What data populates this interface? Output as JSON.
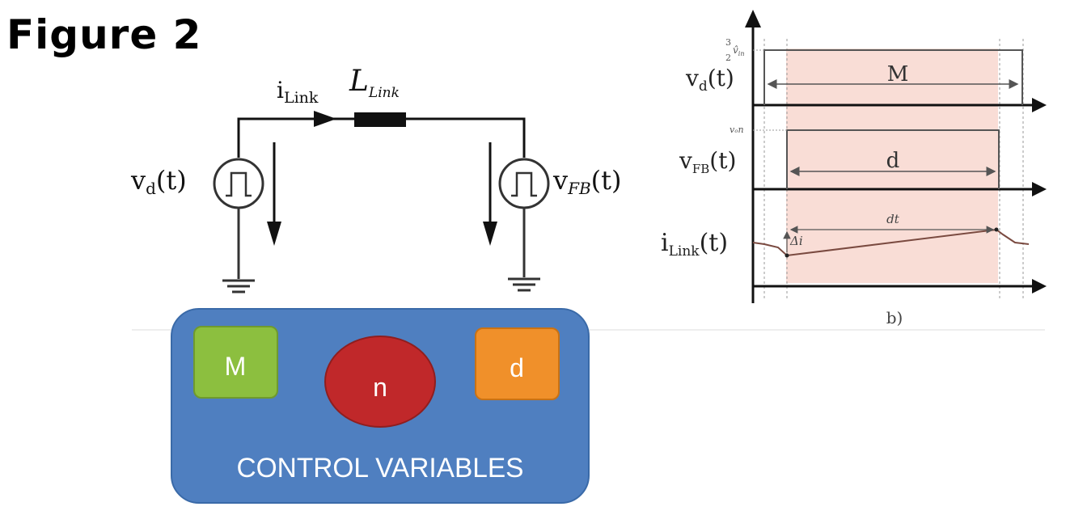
{
  "figure_title": "Figure 2",
  "circuit": {
    "current_label": "i",
    "current_sub": "Link",
    "inductor_label": "L",
    "inductor_sub": "Link",
    "left_source_label": "v",
    "left_source_sub": "d",
    "left_source_arg": "(t)",
    "right_source_label": "v",
    "right_source_sub": "FB",
    "right_source_arg": "(t)"
  },
  "control_panel": {
    "title": "CONTROL VARIABLES",
    "m_label": "M",
    "n_label": "n",
    "d_label": "d",
    "colors": {
      "panel": "#4f7fc0",
      "m": "#8cbf3f",
      "n": "#c0282a",
      "d": "#f0902a"
    }
  },
  "waveforms": {
    "caption": "b)",
    "vd_label": "v",
    "vd_sub": "d",
    "vd_arg": "(t)",
    "vd_level_num": "3",
    "vd_level_den": "2",
    "vd_level_sym": "v̂",
    "vd_level_sub": "in",
    "vd_width": "M",
    "vfb_label": "v",
    "vfb_sub": "FB",
    "vfb_arg": "(t)",
    "vfb_level": "vₒn",
    "vfb_width": "d",
    "ilink_label": "i",
    "ilink_sub": "Link",
    "ilink_arg": "(t)",
    "ilink_dt": "dt",
    "ilink_delta": "Δi",
    "shade_color": "#f9ddd6"
  }
}
